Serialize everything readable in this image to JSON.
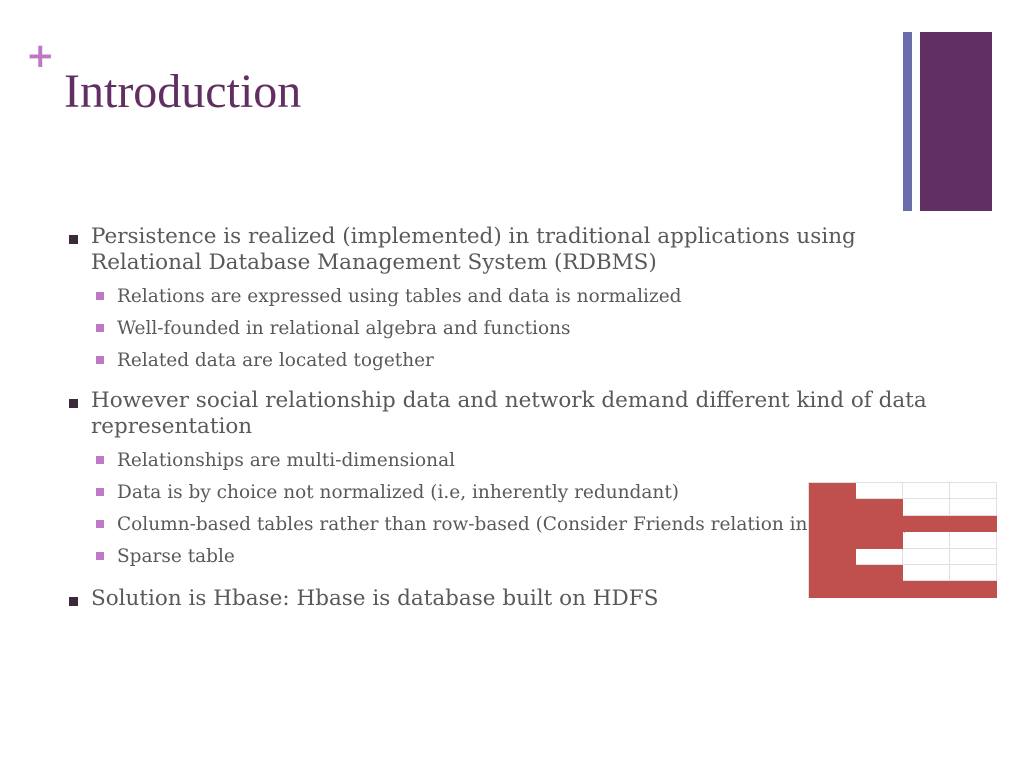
{
  "slide": {
    "plus_symbol": "+",
    "title": "Introduction",
    "bullets": [
      {
        "text": "Persistence is realized (implemented) in traditional applications using Relational Database Management System (RDBMS)",
        "sub": [
          "Relations are expressed using tables and data is normalized",
          "Well-founded in relational algebra and functions",
          "Related data are located together"
        ]
      },
      {
        "text": "However social relationship data and network demand different kind of data representation",
        "sub": [
          "Relationships are multi-dimensional",
          "Data is by choice not normalized (i.e, inherently redundant)",
          "Column-based tables rather than row-based (Consider Friends relation in Facebook)",
          "Sparse table"
        ]
      },
      {
        "text": "Solution is Hbase: Hbase is database built on HDFS",
        "sub": []
      }
    ]
  },
  "colors": {
    "title": "#622f63",
    "accent_plus": "#c078c4",
    "deco_thin": "#686ca8",
    "deco_wide": "#622f63",
    "grid_fill": "#c0504d"
  },
  "sparse_table_filled_columns_per_row": [
    1,
    2,
    4,
    2,
    1,
    2,
    4
  ]
}
